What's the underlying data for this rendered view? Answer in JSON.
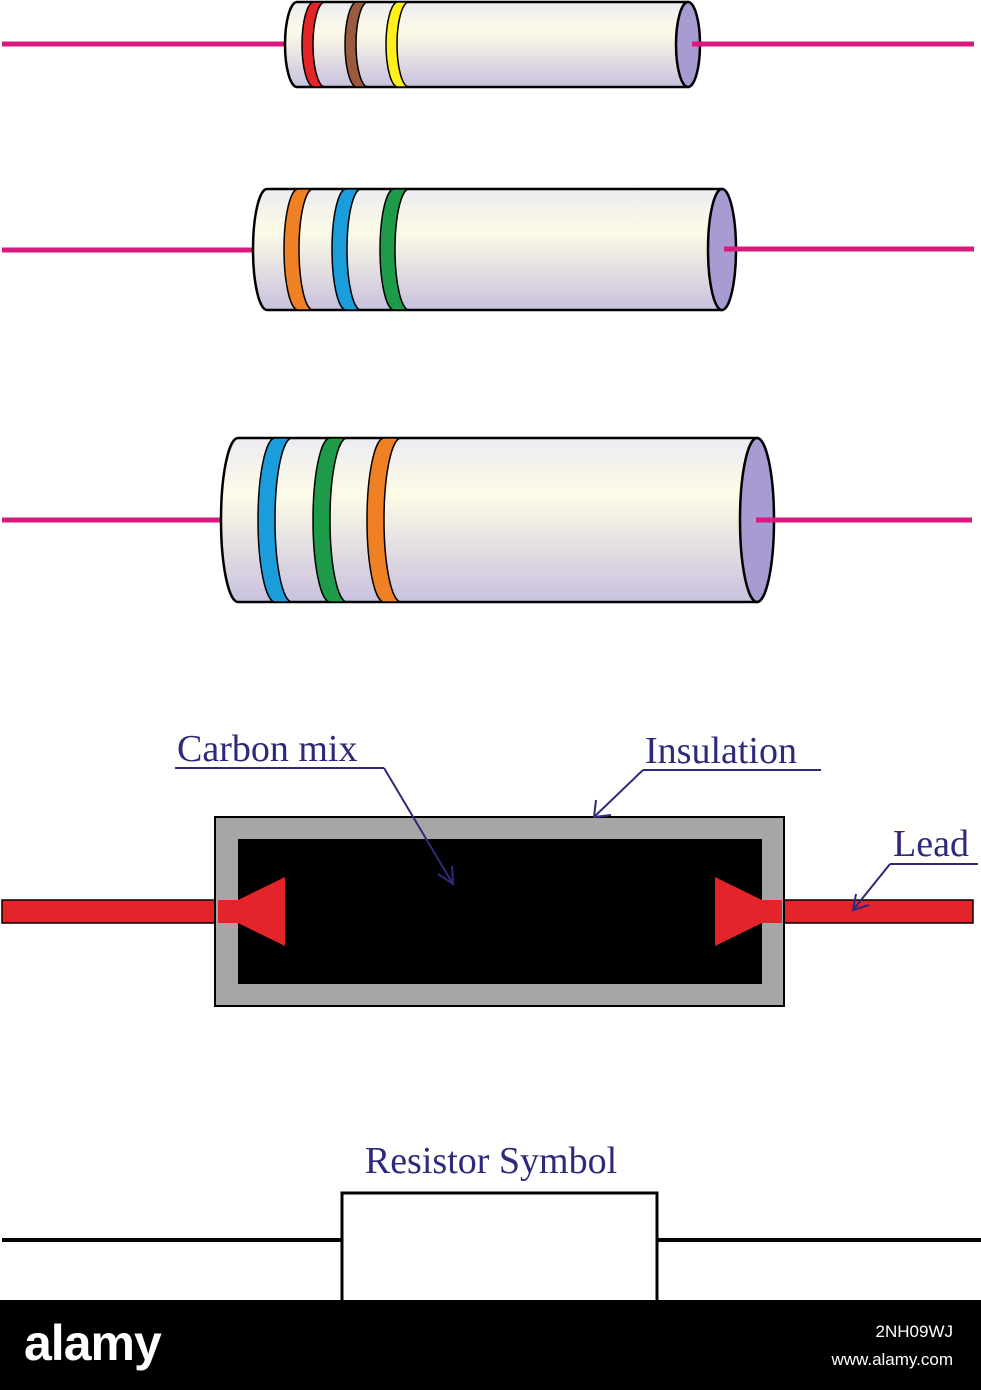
{
  "labels": {
    "carbon_mix": "Carbon mix",
    "insulation": "Insulation",
    "lead": "Lead",
    "symbol_title": "Resistor Symbol"
  },
  "resistors": [
    {
      "bands": [
        "#e32428",
        "#9a5a3e",
        "#ffef1a"
      ]
    },
    {
      "bands": [
        "#f08024",
        "#1b9ddb",
        "#1d9b48"
      ]
    },
    {
      "bands": [
        "#1b9ddb",
        "#1d9b48",
        "#f08024"
      ]
    }
  ],
  "colors": {
    "lead_wire": "#d9197e",
    "cutaway_lead": "#e3242b",
    "insulation": "#a6a6a6",
    "carbon": "#000000",
    "label_text": "#2e2a7a"
  },
  "footer": {
    "brand": "alamy",
    "image_id": "2NH09WJ",
    "site": "www.alamy.com"
  }
}
